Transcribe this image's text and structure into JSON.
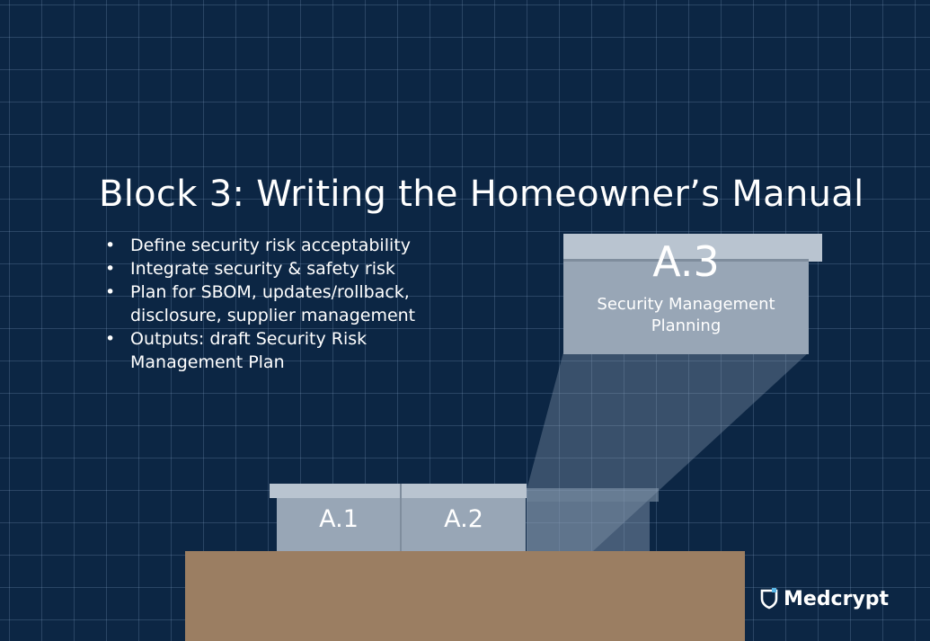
{
  "slide": {
    "title": "Block 3: Writing the Homeowner’s Manual",
    "bullets": [
      "Define security risk acceptability",
      "Integrate security & safety risk",
      "Plan for SBOM, updates/rollback, disclosure, supplier management",
      "Outputs: draft Security Risk Management Plan"
    ]
  },
  "boxes": {
    "a1": {
      "label": "A.1"
    },
    "a2": {
      "label": "A.2"
    },
    "a3": {
      "code": "A.3",
      "name": "Security Management Planning"
    }
  },
  "logo": {
    "text": "Medcrypt",
    "icon": "shield-icon"
  },
  "colors": {
    "background": "#0c2644",
    "grid": "#4a6485",
    "ground": "#9b7e62",
    "box": "#98a6b6",
    "box_lid": "#b9c4d0",
    "accent": "#5ab8e8"
  }
}
